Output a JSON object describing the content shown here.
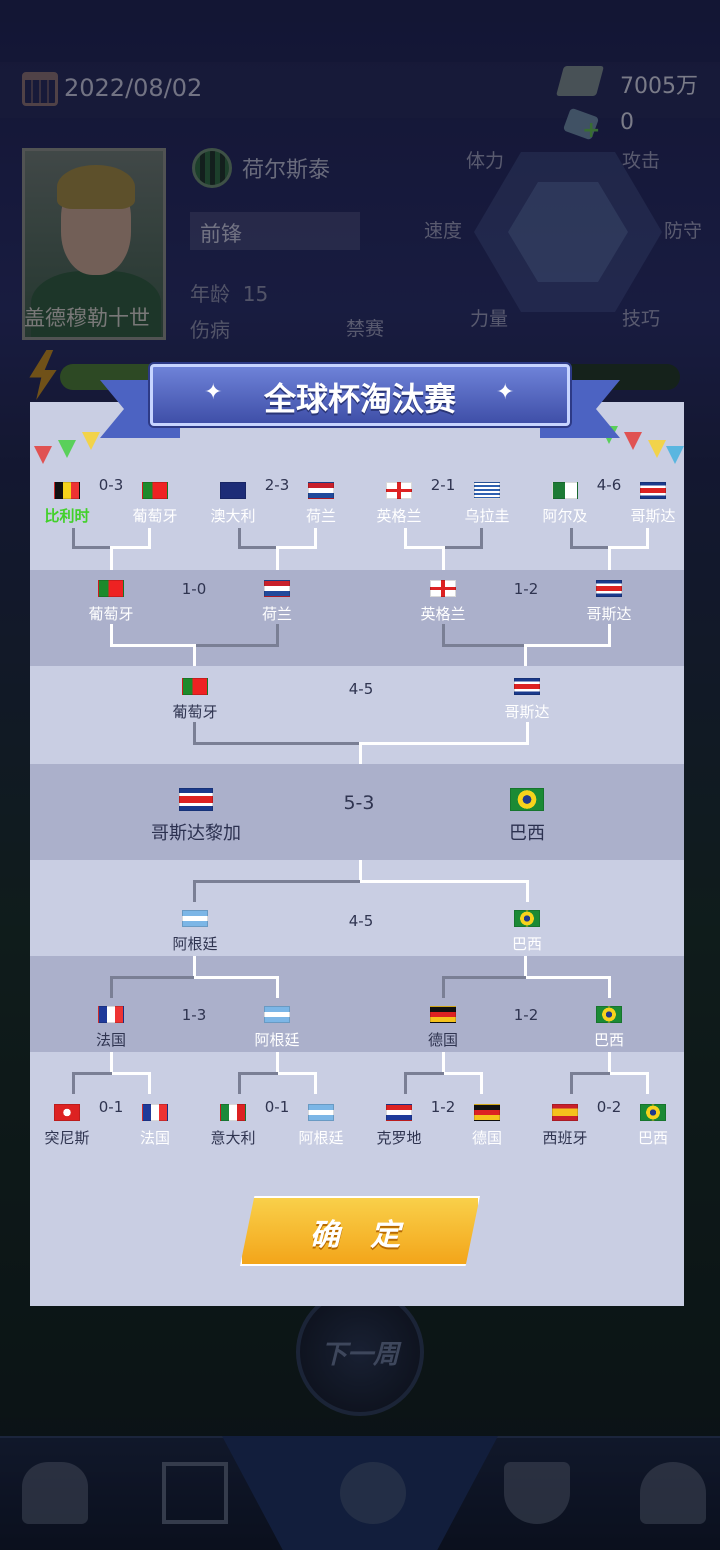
{
  "header": {
    "date": "2022/08/02",
    "money": "7005万",
    "gems": "0"
  },
  "player": {
    "name": "盖德穆勒十世",
    "club": "荷尔斯泰",
    "position": "前锋",
    "age_label": "年龄",
    "age_value": "15",
    "injury_label": "伤病",
    "ban_label": "禁赛",
    "attributes": [
      "体力",
      "攻击",
      "速度",
      "防守",
      "力量",
      "技巧"
    ]
  },
  "modal": {
    "title": "全球杯淘汰赛",
    "confirm_label": "确 定",
    "rounds": {
      "round16_top": [
        {
          "home": "比利时",
          "away": "葡萄牙",
          "score": "0-3",
          "home_winner_highlight": true
        },
        {
          "home": "澳大利",
          "away": "荷兰",
          "score": "2-3"
        },
        {
          "home": "英格兰",
          "away": "乌拉圭",
          "score": "2-1"
        },
        {
          "home": "阿尔及",
          "away": "哥斯达",
          "score": "4-6"
        }
      ],
      "quarter_top": [
        {
          "home": "葡萄牙",
          "away": "荷兰",
          "score": "1-0"
        },
        {
          "home": "英格兰",
          "away": "哥斯达",
          "score": "1-2"
        }
      ],
      "semi_top": {
        "home": "葡萄牙",
        "away": "哥斯达",
        "score": "4-5"
      },
      "final": {
        "home": "哥斯达黎加",
        "away": "巴西",
        "score": "5-3"
      },
      "semi_bottom": {
        "home": "阿根廷",
        "away": "巴西",
        "score": "4-5"
      },
      "quarter_bottom": [
        {
          "home": "法国",
          "away": "阿根廷",
          "score": "1-3"
        },
        {
          "home": "德国",
          "away": "巴西",
          "score": "1-2"
        }
      ],
      "round16_bottom": [
        {
          "home": "突尼斯",
          "away": "法国",
          "score": "0-1"
        },
        {
          "home": "意大利",
          "away": "阿根廷",
          "score": "0-1"
        },
        {
          "home": "克罗地",
          "away": "德国",
          "score": "1-2"
        },
        {
          "home": "西班牙",
          "away": "巴西",
          "score": "0-2"
        }
      ]
    }
  },
  "next_week_label": "下一周",
  "nav": [
    "team-icon",
    "pitch-icon",
    "match-icon",
    "league-icon",
    "trophy-icon"
  ],
  "colors": {
    "winner_line": "#ffffff",
    "loser_line": "#7a7f95",
    "highlight_green": "#42d12a",
    "button_gold": "#f3b52a"
  }
}
